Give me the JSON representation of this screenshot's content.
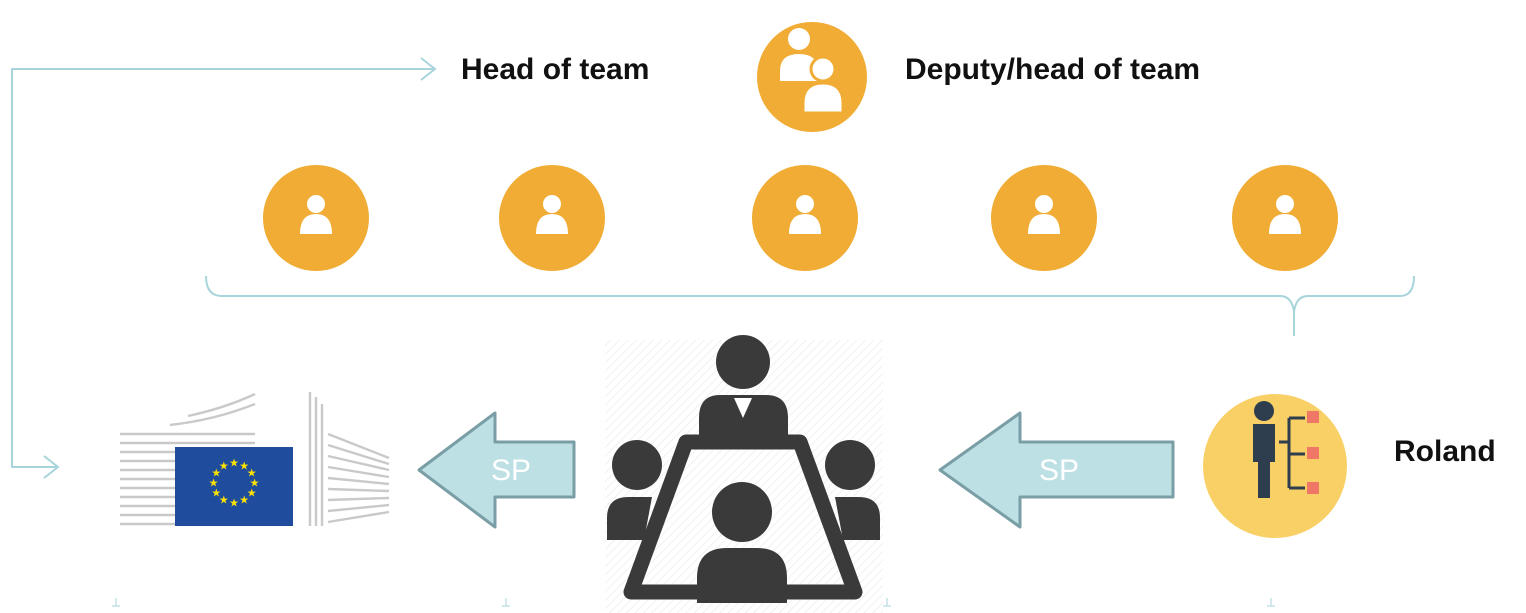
{
  "labels": {
    "head_of_team": "Head of team",
    "deputy_head_of_team": "Deputy/head of team",
    "roland": "Roland"
  },
  "arrows": {
    "left_label": "SP",
    "right_label": "SP"
  },
  "icons": {
    "team_pair": "two-persons-icon",
    "member": "person-icon",
    "meeting": "meeting-table-icon",
    "org_chart": "org-chart-person-icon",
    "institution": "european-commission-logo"
  },
  "colors": {
    "orange": "#F0AC34",
    "yellow": "#F8D066",
    "connector": "#A8D4DC",
    "arrow_fill": "#BCE0E4",
    "arrow_stroke": "#7A9EA6",
    "dark_icon": "#3A3A3A",
    "eu_blue": "#1F4C9C",
    "eu_star": "#FFE300",
    "org_node": "#F07666"
  }
}
